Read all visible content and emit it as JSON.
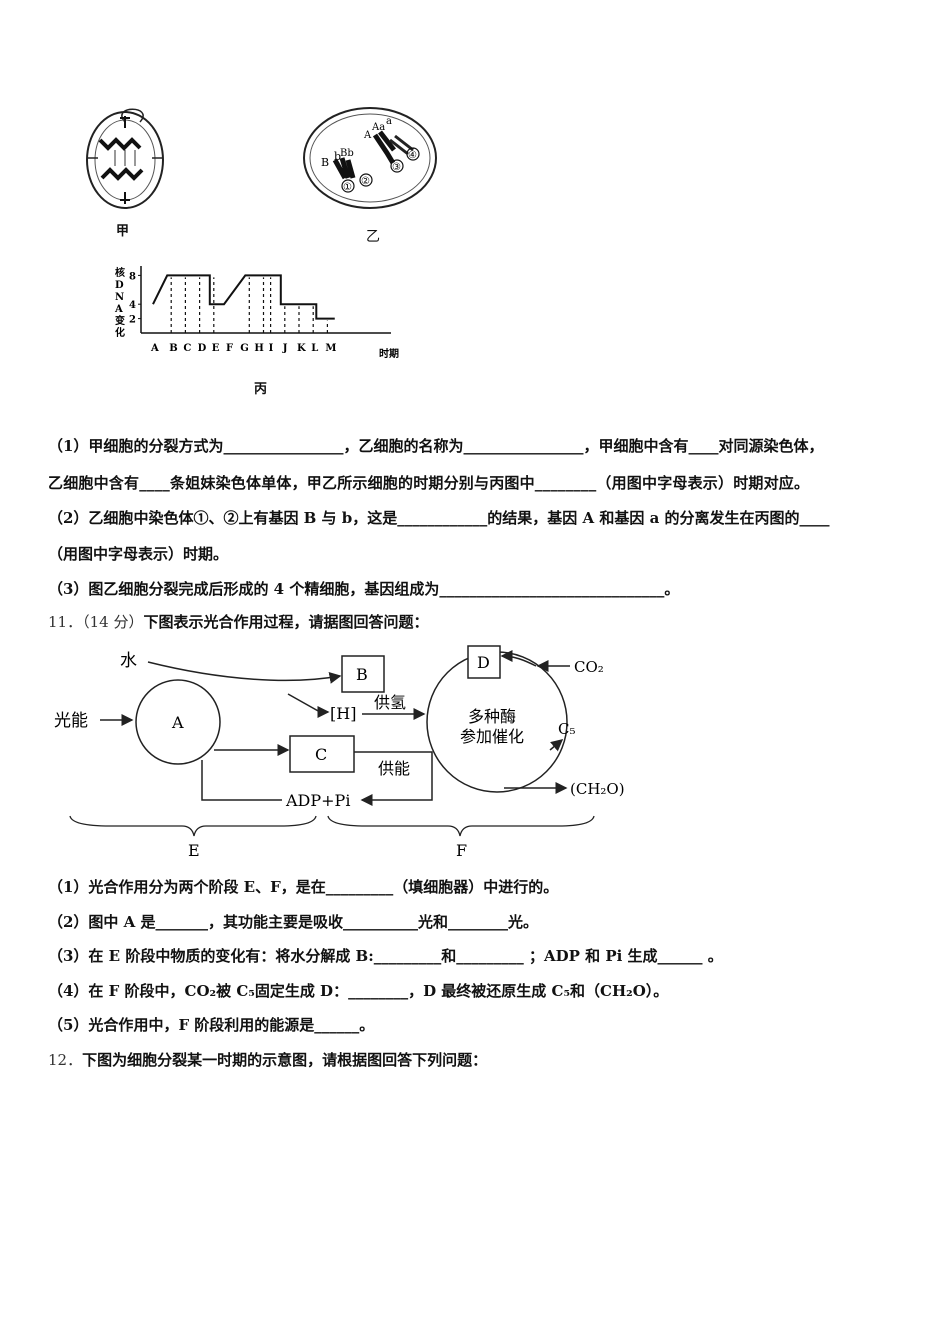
{
  "figure1": {
    "label_jia": "甲",
    "label_yi": "乙",
    "label_bing": "丙",
    "yi_letters": {
      "B": "B",
      "b": "b",
      "Bb": "Bb",
      "A": "A",
      "Aa": "Aa",
      "a": "a",
      "n1": "①",
      "n2": "②",
      "n3": "③",
      "n4": "④"
    }
  },
  "chart_data": {
    "type": "line",
    "ylabel": "核DNA变化",
    "xlabel": "时期",
    "y_ticks": [
      "8",
      "4",
      "2"
    ],
    "x_ticks": [
      "A",
      "B",
      "C",
      "D",
      "E",
      "F",
      "G",
      "H",
      "I",
      "J",
      "K",
      "L",
      "M"
    ],
    "series": [
      {
        "values": [
          {
            "x": 0,
            "y": 4
          },
          {
            "x": 1,
            "y": 8
          },
          {
            "x": 4,
            "y": 8
          },
          {
            "x": 4,
            "y": 4
          },
          {
            "x": 5,
            "y": 4
          },
          {
            "x": 6.5,
            "y": 8
          },
          {
            "x": 9,
            "y": 8
          },
          {
            "x": 9,
            "y": 4
          },
          {
            "x": 11.5,
            "y": 4
          },
          {
            "x": 11.5,
            "y": 2
          },
          {
            "x": 12.8,
            "y": 2
          }
        ]
      }
    ]
  },
  "q10": {
    "p1_line1": "（1）甲细胞的分裂方式为________________，乙细胞的名称为________________，甲细胞中含有____对同源染色体，",
    "p1_line2": "乙细胞中含有____条姐妹染色体单体，甲乙所示细胞的时期分别与丙图中________（用图中字母表示）时期对应。",
    "p2_line1": "（2）乙细胞中染色体①、②上有基因 B 与 b，这是____________的结果，基因 A 和基因 a 的分离发生在丙图的____",
    "p2_line2": "（用图中字母表示）时期。",
    "p3": "（3）图乙细胞分裂完成后形成的 4 个精细胞，基因组成为______________________________。"
  },
  "q11": {
    "heading_num": "11．（14 分）",
    "heading_text": "下图表示光合作用过程，请据图回答问题：",
    "diagram": {
      "water": "水",
      "light": "光能",
      "A": "A",
      "B": "B",
      "H": "[H]",
      "supply_h": "供氢",
      "C": "C",
      "supply_energy": "供能",
      "adp": "ADP+Pi",
      "D": "D",
      "co2": "CO₂",
      "c5": "C₅",
      "enzyme1": "多种酶",
      "enzyme2": "参加催化",
      "ch2o": "(CH₂O)",
      "E": "E",
      "F": "F"
    },
    "items": [
      "（1）光合作用分为两个阶段 E、F，是在_________（填细胞器）中进行的。",
      "（2）图中 A 是_______，其功能主要是吸收__________光和________光。",
      "（3）在 E 阶段中物质的变化有：将水分解成 B:_________和_________ ；ADP 和 Pi 生成______ 。",
      "（4）在 F 阶段中，CO₂被 C₅固定生成 D：________，D 最终被还原生成 C₅和（CH₂O）。",
      "（5）光合作用中，F 阶段利用的能源是______。"
    ]
  },
  "q12": {
    "heading_num": "12．",
    "heading_text": "下图为细胞分裂某一时期的示意图，请根据图回答下列问题："
  }
}
